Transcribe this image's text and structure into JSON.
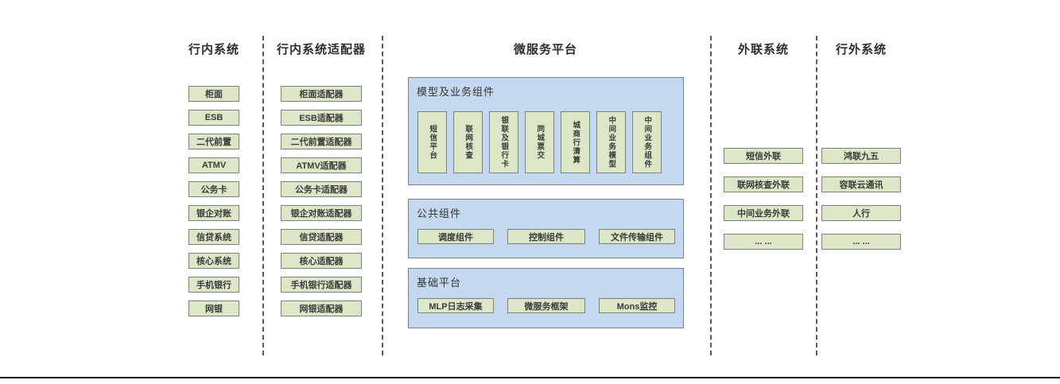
{
  "diagram": {
    "columns": [
      {
        "title": "行内系统",
        "items": [
          "柜面",
          "ESB",
          "二代前置",
          "ATMV",
          "公务卡",
          "银企对账",
          "信贷系统",
          "核心系统",
          "手机银行",
          "网银"
        ]
      },
      {
        "title": "行内系统适配器",
        "items": [
          "柜面适配器",
          "ESB适配器",
          "二代前置适配器",
          "ATMV适配器",
          "公务卡适配器",
          "银企对账适配器",
          "信贷适配器",
          "核心适配器",
          "手机银行适配器",
          "网银适配器"
        ]
      },
      {
        "title": "微服务平台"
      },
      {
        "title": "外联系统",
        "items": [
          "短信外联",
          "联网核查外联",
          "中间业务外联",
          "... ..."
        ]
      },
      {
        "title": "行外系统",
        "items": [
          "鸿联九五",
          "容联云通讯",
          "人行",
          "... ..."
        ]
      }
    ],
    "platform": {
      "groups": [
        {
          "label": "模型及业务组件",
          "items": [
            "短信平台",
            "联网核查",
            "银联及银行卡",
            "同城票交",
            "城商行清算",
            "中间业务模型",
            "中间业务组件"
          ]
        },
        {
          "label": "公共组件",
          "items": [
            "调度组件",
            "控制组件",
            "文件传输组件"
          ]
        },
        {
          "label": "基础平台",
          "items": [
            "MLP日志采集",
            "微服务框架",
            "Mons监控"
          ]
        }
      ]
    },
    "colors": {
      "box_fill_green": "#dbe7c6",
      "panel_fill_blue": "#c4d9ef",
      "border_gray": "#7f7f7f",
      "dash_gray": "#595959",
      "text_dark": "#3b3b3b"
    }
  }
}
